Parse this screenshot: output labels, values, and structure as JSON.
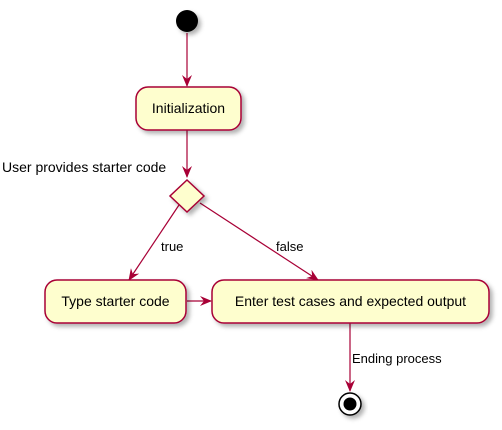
{
  "diagram": {
    "nodes": {
      "start": {
        "kind": "start"
      },
      "init": {
        "kind": "activity",
        "label": "Initialization"
      },
      "decision": {
        "kind": "decision",
        "label": "User provides starter code"
      },
      "type_starter": {
        "kind": "activity",
        "label": "Type starter code"
      },
      "enter_tests": {
        "kind": "activity",
        "label": "Enter test cases and expected output"
      },
      "end": {
        "kind": "end"
      }
    },
    "edges": [
      {
        "from": "start",
        "to": "init",
        "label": ""
      },
      {
        "from": "init",
        "to": "decision",
        "label": ""
      },
      {
        "from": "decision",
        "to": "type_starter",
        "label": "true"
      },
      {
        "from": "decision",
        "to": "enter_tests",
        "label": "false"
      },
      {
        "from": "type_starter",
        "to": "enter_tests",
        "label": ""
      },
      {
        "from": "enter_tests",
        "to": "end",
        "label": "Ending process"
      }
    ],
    "colors": {
      "activity_fill": "#FEFECE",
      "border": "#A80036",
      "arrow": "#A80036",
      "start": "#000000",
      "decision_fill": "#FEFECE"
    }
  }
}
